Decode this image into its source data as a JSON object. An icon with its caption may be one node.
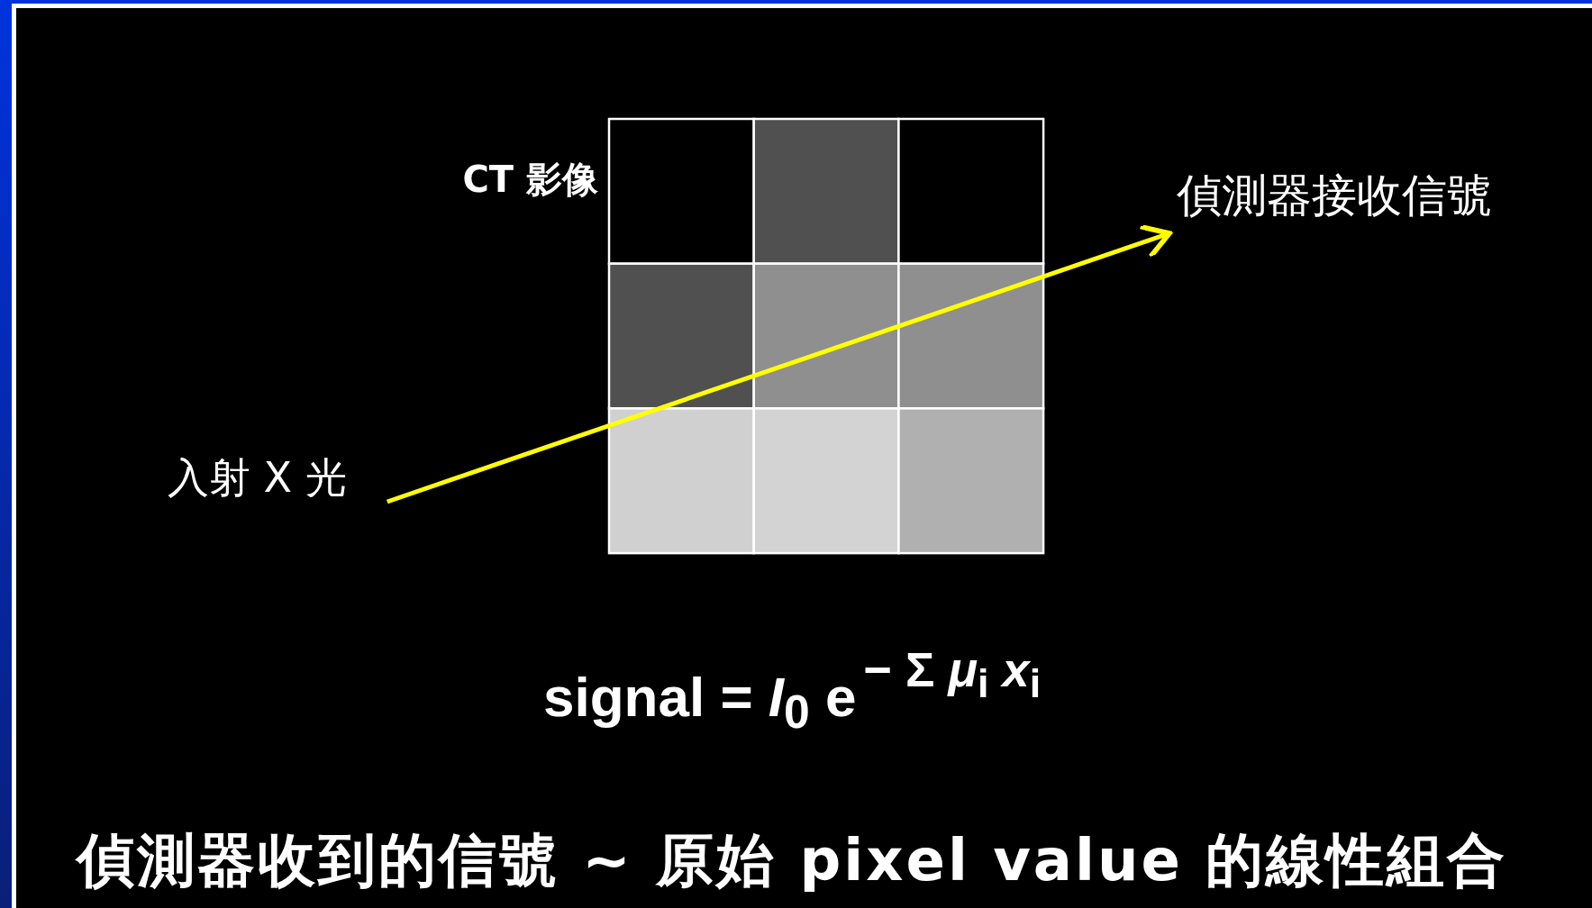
{
  "diagram": {
    "nodes": [
      {
        "text": [
          "偵測器接收信號"
        ]
      },
      {
        "text": [
          "入射 X 光"
        ]
      }
    ],
    "edges": [
      {
        "from": 1,
        "to": 0,
        "arrow": "to",
        "color": "#ffff00"
      }
    ],
    "labels": [
      "CT 影像",
      "signal = *I*$_{0}$ e",
      "− Σ *μ*$_{i}$ *x*$_{i}$",
      "偵測器收到的信號 ~ 原始 pixel value 的線性組合"
    ]
  }
}
